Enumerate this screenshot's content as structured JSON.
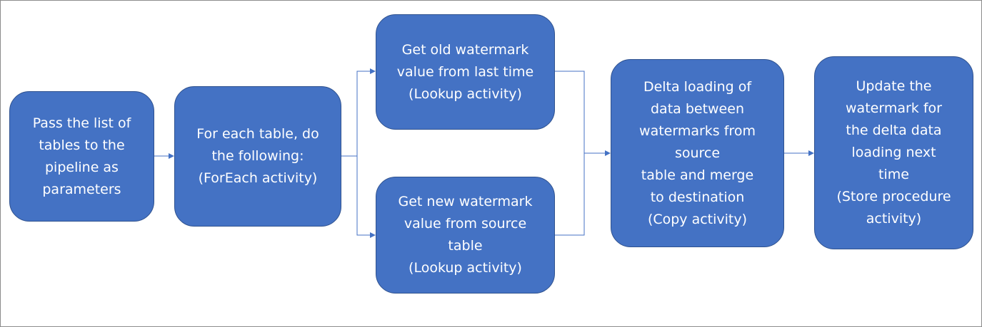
{
  "diagram": {
    "steps": [
      {
        "id": "pass-tables",
        "lines": [
          "Pass the list of",
          "tables to the",
          "pipeline as",
          "parameters"
        ]
      },
      {
        "id": "foreach",
        "lines": [
          "For each table, do",
          "the following:",
          "(ForEach activity)"
        ]
      },
      {
        "id": "old-watermark",
        "lines": [
          "Get old watermark",
          "value from last time",
          "(Lookup activity)"
        ]
      },
      {
        "id": "new-watermark",
        "lines": [
          "Get new watermark",
          "value from source",
          "table",
          "(Lookup activity)"
        ]
      },
      {
        "id": "delta-copy",
        "lines": [
          "Delta loading of",
          "data between",
          "watermarks from",
          "source",
          "table and merge",
          "to destination",
          "(Copy activity)"
        ]
      },
      {
        "id": "update-watermark",
        "lines": [
          "Update the",
          "watermark for",
          "the delta data",
          "loading next",
          "time",
          "(Store procedure",
          "activity)"
        ]
      }
    ],
    "colors": {
      "box_fill": "#4472c4",
      "box_border": "#2f528f",
      "box_text": "#ffffff",
      "connector": "#4472c4",
      "frame_border": "#8c8c8c"
    }
  }
}
